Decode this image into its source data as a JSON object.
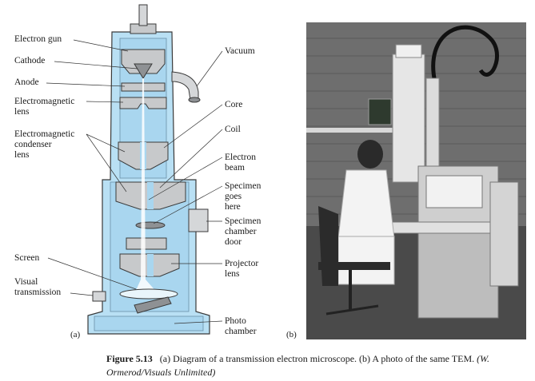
{
  "diagram": {
    "panel_label": "(a)",
    "labels_left": {
      "electron_gun": "Electron gun",
      "cathode": "Cathode",
      "anode": "Anode",
      "em_lens": "Electromagnetic\nlens",
      "em_condenser_lens": "Electromagnetic\ncondenser\nlens",
      "screen": "Screen",
      "visual_transmission": "Visual\ntransmission"
    },
    "labels_right": {
      "vacuum": "Vacuum",
      "core": "Core",
      "coil": "Coil",
      "electron_beam": "Electron\nbeam",
      "specimen_goes_here": "Specimen\ngoes\nhere",
      "specimen_chamber_door": "Specimen\nchamber\ndoor",
      "projector_lens": "Projector\nlens",
      "photo_chamber": "Photo\nchamber"
    },
    "colors": {
      "vacuum_blue": "#a9d6ef",
      "steel": "#c7c9cb",
      "steel_dark": "#8e9194",
      "outline": "#3a3a3a",
      "beam": "#ffffff"
    }
  },
  "photo": {
    "panel_label": "(b)"
  },
  "caption": {
    "figure_number": "Figure 5.13",
    "text": "(a) Diagram of a transmission electron microscope. (b) A photo of the same TEM.",
    "credit": "(W. Ormerod/Visuals Unlimited)"
  }
}
